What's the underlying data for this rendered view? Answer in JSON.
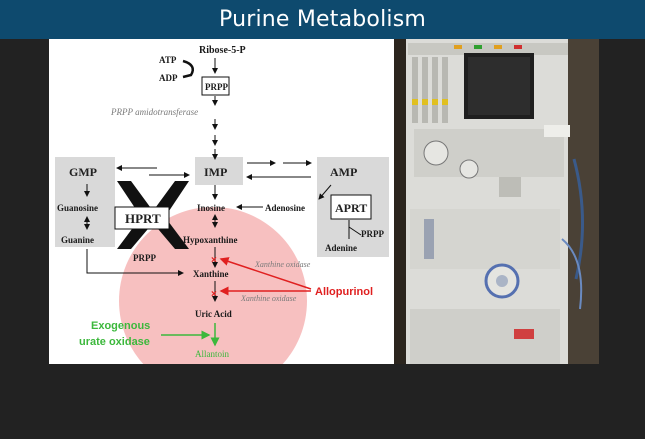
{
  "header": {
    "title": "Purine Metabolism"
  },
  "diagram": {
    "ribose": "Ribose-5-P",
    "atp": "ATP",
    "adp": "ADP",
    "prpp_box": "PRPP",
    "prpp_enzyme": "PRPP amidotransferase",
    "gmp": "GMP",
    "imp": "IMP",
    "amp": "AMP",
    "guanosine": "Guanosine",
    "inosine": "Inosine",
    "adenosine": "Adenosine",
    "guanine": "Guanine",
    "hypoxanthine": "Hypoxanthine",
    "adenine": "Adenine",
    "hprt": "HPRT",
    "aprt": "APRT",
    "prpp_hprt": "PRPP",
    "prpp_aprt": "PRPP",
    "xanthine": "Xanthine",
    "uric_acid": "Uric Acid",
    "allantoin": "Allantoin",
    "xanthine_oxidase_1": "Xanthine oxidase",
    "xanthine_oxidase_2": "Xanthine oxidase",
    "allopurinol": "Allopurinol",
    "exogenous_line1": "Exogenous",
    "exogenous_line2": "urate oxidase"
  },
  "colors": {
    "header_bg": "#0e4a6e",
    "inhibition_red": "#e02020",
    "highlight_circle": "#f6b5b5",
    "green": "#3cb83c"
  },
  "photo": {
    "subject": "dialysis machine"
  }
}
